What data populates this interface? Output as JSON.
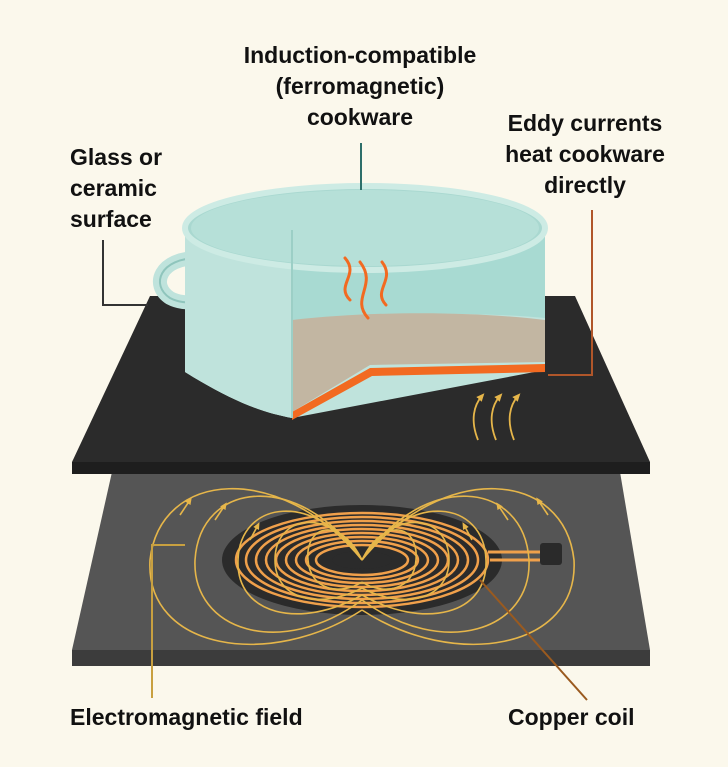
{
  "labels": {
    "cookware": "Induction-compatible\n(ferromagnetic)\ncookware",
    "surface": "Glass or\nceramic\nsurface",
    "eddy": "Eddy currents\nheat cookware\ndirectly",
    "field": "Electromagnetic field",
    "coil": "Copper coil"
  },
  "colors": {
    "background": "#fbf8ec",
    "cooktop": "#2b2b2b",
    "base_plate": "#555555",
    "pot_body": "#bfe3dc",
    "pot_rim": "#a9d8d0",
    "pot_bottom": "#c2b6a2",
    "heat": "#f26a21",
    "copper": "#f0a04b",
    "field_lines": "#e6b64a",
    "leader_eddy": "#b0562a",
    "leader_coil": "#9a5a1f",
    "leader_field": "#c8a040",
    "leader_cookware": "#2d6f6a"
  }
}
